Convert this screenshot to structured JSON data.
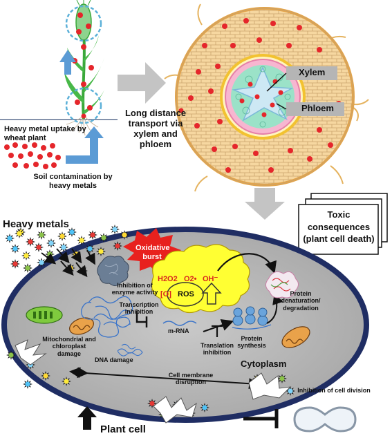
{
  "colors": {
    "metal_red": "#e5262b",
    "cell_fill": "#b8b8b8",
    "cell_border": "#1f2d63",
    "root_fill": "#f4d39a",
    "arrow_gray": "#c4c4c4",
    "arrow_blue": "#5b9bd5",
    "ros_yellow": "#ffff33",
    "burst_red": "#e8211e"
  },
  "plant": {
    "uptake_label": "Heavy metal uptake by wheat plant",
    "soil_label": "Soil contamination by heavy metals"
  },
  "transport": {
    "label": "Long distance transport via xylem and phloem"
  },
  "root_section": {
    "xylem_label": "Xylem",
    "phloem_label": "Phloem"
  },
  "toxic": {
    "label": "Toxic consequences (plant cell death)"
  },
  "cell": {
    "heavy_metals_label": "Heavy metals",
    "oxidative_burst_label": "Oxidative burst",
    "ros_species": {
      "h2o2": "H2O2",
      "o2": "O2•",
      "oh": "OH⁻",
      "o": "[O]",
      "ros": "ROS"
    },
    "enzyme_label": "Inhibition of enzyme activity",
    "transcription_label": "Transcription inhibition",
    "mito_label": "Mitochondrial and chloroplast damage",
    "mrna_label": "m-RNA",
    "translation_label": "Translation inhibition",
    "protein_synth_label": "Protein synthesis",
    "protein_denat_label": "Protein denaturation/ degradation",
    "dna_label": "DNA damage",
    "cytoplasm_label": "Cytoplasm",
    "membrane_label": "Cell membrane disruption",
    "plant_cell_label": "Plant cell",
    "division_label": "Inhibition of cell division"
  }
}
